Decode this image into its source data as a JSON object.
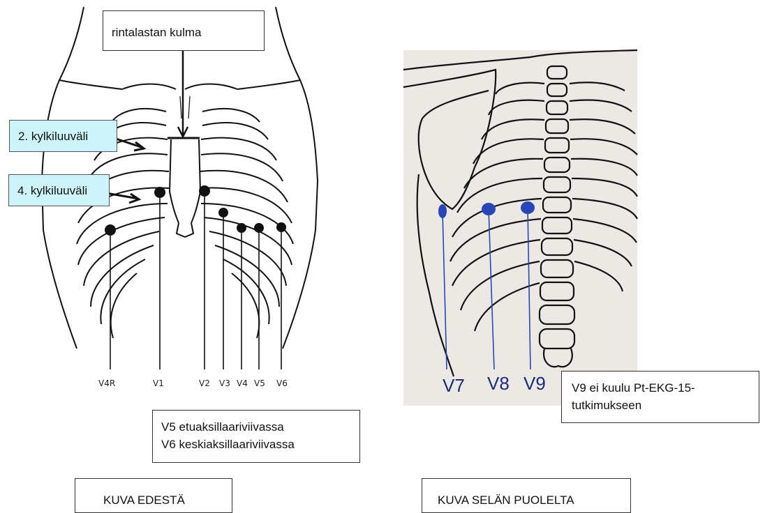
{
  "front": {
    "sternal_angle_label": "rintalastan kulma",
    "ics2_label": "2. kylkiluuväli",
    "ics4_label": "4. kylkiluuväli",
    "leads": [
      "V4R",
      "V1",
      "V2",
      "V3",
      "V4",
      "V5",
      "V6"
    ],
    "note_lines": [
      "V5 etuaksillaariviivassa",
      "V6 keskiaksillaariviivassa"
    ],
    "caption": "KUVA EDESTÄ"
  },
  "back": {
    "leads": [
      "V7",
      "V8",
      "V9"
    ],
    "note_lines": [
      "V9 ei kuulu Pt-EKG-15-",
      "tutkimukseen"
    ],
    "caption": "KUVA SELÄN PUOLELTA"
  },
  "colors": {
    "callout_fill": "#ccf4fa",
    "back_panel": "#ece9e4",
    "electrode_back": "#2a45b8"
  }
}
